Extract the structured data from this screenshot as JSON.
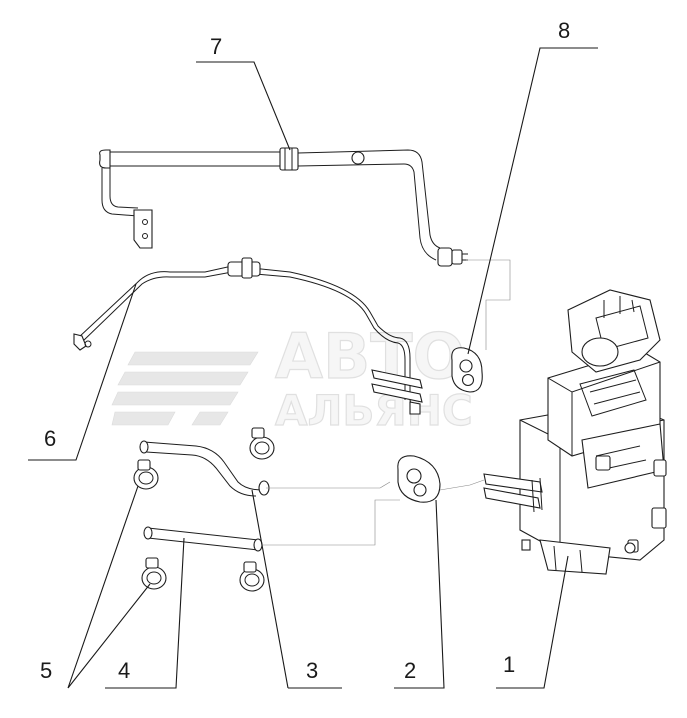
{
  "diagram": {
    "watermark": {
      "line1": "АВТО",
      "line2": "АЛЬЯНС"
    },
    "callouts": [
      {
        "id": "1",
        "label": "1"
      },
      {
        "id": "2",
        "label": "2"
      },
      {
        "id": "3",
        "label": "3"
      },
      {
        "id": "4",
        "label": "4"
      },
      {
        "id": "5",
        "label": "5"
      },
      {
        "id": "6",
        "label": "6"
      },
      {
        "id": "7",
        "label": "7"
      },
      {
        "id": "8",
        "label": "8"
      }
    ]
  }
}
